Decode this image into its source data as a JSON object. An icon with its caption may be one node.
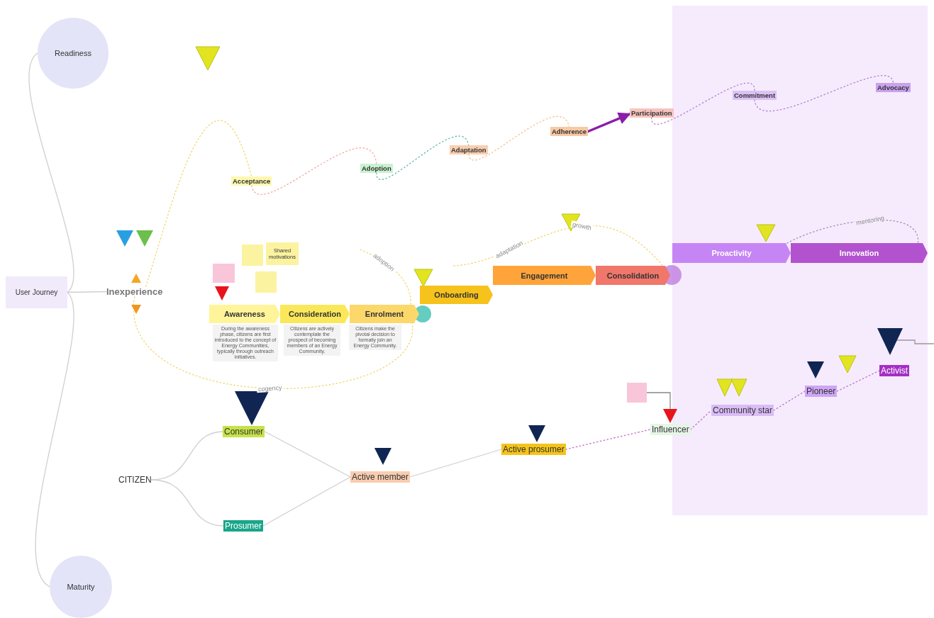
{
  "diagram": {
    "nodes": [
      {
        "text": [
          "Readiness"
        ]
      },
      {
        "text": [
          "User Journey"
        ]
      },
      {
        "text": [
          "Maturity"
        ]
      },
      {
        "text": [
          "Inexperience"
        ]
      },
      {
        "text": [
          "CITIZEN"
        ]
      },
      {
        "text": [
          "Acceptance"
        ]
      },
      {
        "text": [
          "Adoption"
        ]
      },
      {
        "text": [
          "Adaptation"
        ]
      },
      {
        "text": [
          "Adherence"
        ]
      },
      {
        "text": [
          "Participation"
        ]
      },
      {
        "text": [
          "Commitment"
        ]
      },
      {
        "text": [
          "Advocacy"
        ]
      },
      {
        "text": [
          "Awareness"
        ],
        "beside": [
          "During the awareness phase, citizens are first introduced to the concept of Energy Communities, typically through outreach initiatives."
        ]
      },
      {
        "text": [
          "Consideration"
        ],
        "beside": [
          "Citizens are actively contemplate the prospect of becoming members of an Energy Community."
        ]
      },
      {
        "text": [
          "Enrolment"
        ],
        "beside": [
          "Citizens make the pivotal decision to formally join an Energy Community."
        ]
      },
      {
        "text": [
          "Onboarding"
        ]
      },
      {
        "text": [
          "Engagement"
        ]
      },
      {
        "text": [
          "Consolidation"
        ]
      },
      {
        "text": [
          "Proactivity"
        ]
      },
      {
        "text": [
          "Innovation"
        ]
      },
      {
        "text": [
          "Consumer"
        ]
      },
      {
        "text": [
          "Prosumer"
        ]
      },
      {
        "text": [
          "Active member"
        ]
      },
      {
        "text": [
          "Active prosumer"
        ]
      },
      {
        "text": [
          "Influencer"
        ]
      },
      {
        "text": [
          "Community star"
        ]
      },
      {
        "text": [
          "Pioneer"
        ]
      },
      {
        "text": [
          "Activist"
        ]
      },
      {
        "text": [],
        "shape": "box"
      },
      {
        "text": [],
        "shape": "box"
      },
      {
        "text": [
          "Shared motivations"
        ]
      },
      {
        "text": [],
        "shape": "box"
      },
      {
        "text": [],
        "shape": "box"
      },
      {
        "text": [],
        "shape": "triangle"
      }
    ],
    "edges": [
      {
        "from": 1,
        "to": 0,
        "arrow": "none"
      },
      {
        "from": 1,
        "to": 2,
        "arrow": "none"
      },
      {
        "from": 1,
        "to": 3,
        "arrow": "none"
      },
      {
        "from": 3,
        "to": 5,
        "arrow": "none",
        "style": "dashed",
        "color": "#f2d46b"
      },
      {
        "from": 5,
        "to": 6,
        "arrow": "none",
        "style": "dashed",
        "color": "#f4a6a0"
      },
      {
        "from": 6,
        "to": 7,
        "arrow": "none",
        "style": "dashed",
        "color": "#5fb8b0"
      },
      {
        "from": 7,
        "to": 8,
        "arrow": "none",
        "style": "dashed",
        "color": "#f5c08a"
      },
      {
        "from": 8,
        "to": 9,
        "arrow": "to",
        "style": "thick",
        "color": "#8a1fa8"
      },
      {
        "from": 9,
        "to": 10,
        "arrow": "none",
        "style": "dashed",
        "color": "#b57fd4"
      },
      {
        "from": 10,
        "to": 11,
        "arrow": "none",
        "style": "dashed",
        "color": "#b57fd4"
      },
      {
        "from": 3,
        "to": 14,
        "label": "cogency",
        "arrow": "none",
        "style": "dashed",
        "color": "#f2d46b"
      },
      {
        "from": null,
        "to": 14,
        "label": "adoption",
        "arrow": "none",
        "style": "dashed",
        "color": "#f2d46b"
      },
      {
        "from": null,
        "to": 17,
        "label": "growth",
        "arrow": "none",
        "style": "dashed",
        "color": "#f2d46b"
      },
      {
        "from": 18,
        "to": 19,
        "label": "mentoring",
        "arrow": "none",
        "style": "dashed",
        "color": "#a58cb8"
      },
      {
        "from": 4,
        "to": 20,
        "arrow": "none"
      },
      {
        "from": 4,
        "to": 21,
        "arrow": "none"
      },
      {
        "from": 20,
        "to": 22,
        "arrow": "none"
      },
      {
        "from": 21,
        "to": 22,
        "arrow": "none"
      },
      {
        "from": 22,
        "to": 23,
        "arrow": "none"
      },
      {
        "from": 23,
        "to": 24,
        "arrow": "none",
        "style": "dashed",
        "color": "#c070c8"
      },
      {
        "from": 24,
        "to": 25,
        "arrow": "none",
        "style": "dashed",
        "color": "#c070c8"
      },
      {
        "from": 25,
        "to": 26,
        "arrow": "none",
        "style": "dashed",
        "color": "#c070c8"
      },
      {
        "from": 26,
        "to": 27,
        "arrow": "none",
        "style": "dashed",
        "color": "#c070c8"
      },
      {
        "from": 32,
        "to": 33,
        "arrow": "none",
        "color": "#888888"
      }
    ],
    "labels": [
      "adaptation"
    ]
  }
}
